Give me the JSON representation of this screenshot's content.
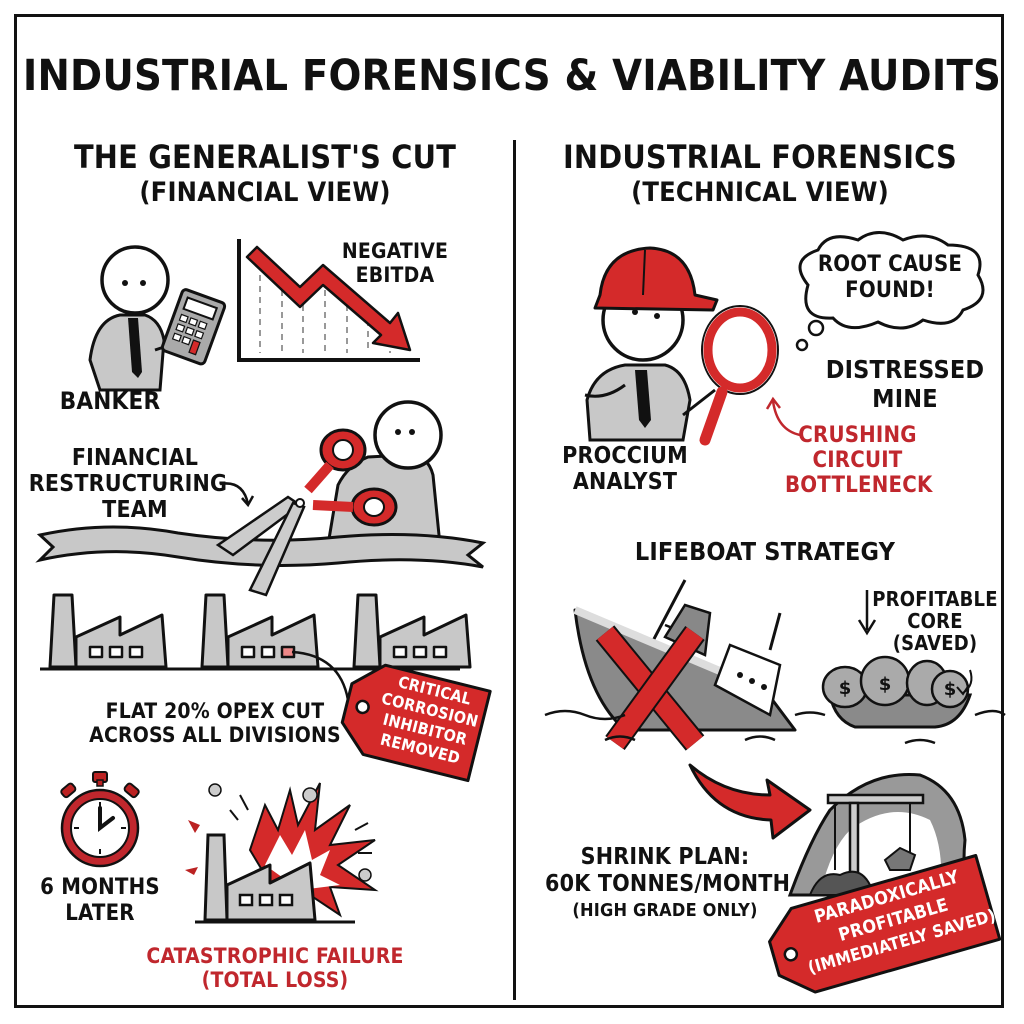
{
  "title": "INDUSTRIAL FORENSICS & VIABILITY AUDITS",
  "colors": {
    "accent_red": "#d42a2a",
    "text_red": "#c0272d",
    "ink": "#111111",
    "gray_fill": "#c8c8c8"
  },
  "left_panel": {
    "heading": "THE GENERALIST'S CUT",
    "subheading": "(FINANCIAL VIEW)",
    "banker_label": "BANKER",
    "chart_label_1": "NEGATIVE",
    "chart_label_2": "EBITDA",
    "team_label_1": "FINANCIAL",
    "team_label_2": "RESTRUCTURING",
    "team_label_3": "TEAM",
    "opex_line_1": "FLAT 20% OPEX CUT",
    "opex_line_2": "ACROSS ALL DIVISIONS",
    "tag_lines": [
      "CRITICAL",
      "CORROSION",
      "INHIBITOR",
      "REMOVED"
    ],
    "timer_line_1": "6 MONTHS",
    "timer_line_2": "LATER",
    "failure_line_1": "CATASTROPHIC FAILURE",
    "failure_line_2": "(TOTAL LOSS)"
  },
  "right_panel": {
    "heading": "INDUSTRIAL FORENSICS",
    "subheading": "(TECHNICAL VIEW)",
    "thought_line_1": "ROOT CAUSE",
    "thought_line_2": "FOUND!",
    "mine_line_1": "DISTRESSED",
    "mine_line_2": "MINE",
    "analyst_line_1": "PROCCIUM",
    "analyst_line_2": "ANALYST",
    "bottleneck_lines": [
      "CRUSHING",
      "CIRCUIT",
      "BOTTLENECK"
    ],
    "lifeboat_heading": "LIFEBOAT STRATEGY",
    "core_lines": [
      "PROFITABLE",
      "CORE",
      "(SAVED)"
    ],
    "shrink_line_1": "SHRINK PLAN:",
    "shrink_line_2": "60K TONNES/MONTH",
    "shrink_line_3": "(HIGH GRADE ONLY)",
    "tag_lines": [
      "PARADOXICALLY",
      "PROFITABLE",
      "(IMMEDIATELY SAVED)"
    ]
  }
}
